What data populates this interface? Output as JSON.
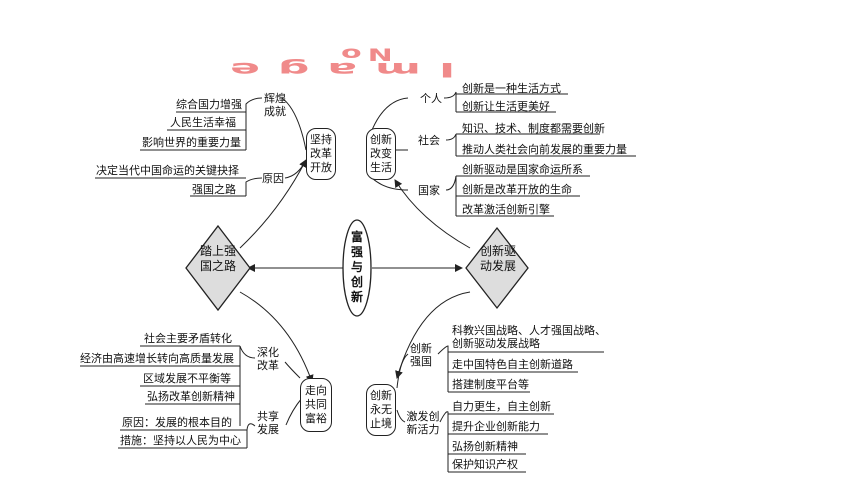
{
  "watermark": {
    "line1": "No",
    "line2": "Image"
  },
  "center": "富强与创新",
  "left_diamond": "踏上强国之路",
  "right_diamond": "创新驱动发展",
  "top_left": {
    "box": "坚持改革开放",
    "group1": {
      "label": "辉煌成就",
      "items": [
        "综合国力增强",
        "人民生活幸福",
        "影响世界的重要力量"
      ]
    },
    "group2": {
      "label": "原因",
      "items": [
        "决定当代中国命运的关键抉择",
        "强国之路"
      ]
    }
  },
  "bottom_left": {
    "box": "走向共同富裕",
    "group1": {
      "label": "深化改革",
      "items": [
        "社会主要矛盾转化",
        "经济由高速增长转向高质量发展",
        "区域发展不平衡等",
        "弘扬改革创新精神"
      ]
    },
    "group2": {
      "label": "共享发展",
      "items": [
        "原因：发展的根本目的",
        "措施：坚持以人民为中心"
      ]
    }
  },
  "top_right": {
    "box": "创新改变生活",
    "group1": {
      "label": "个人",
      "items": [
        "创新是一种生活方式",
        "创新让生活更美好"
      ]
    },
    "group2": {
      "label": "社会",
      "items": [
        "知识、技术、制度都需要创新",
        "推动人类社会向前发展的重要力量"
      ]
    },
    "group3": {
      "label": "国家",
      "items": [
        "创新驱动是国家命运所系",
        "创新是改革开放的生命",
        "改革激活创新引擎"
      ]
    }
  },
  "bottom_right": {
    "box": "创新永无止境",
    "group1": {
      "label": "创新强国",
      "items": [
        "科教兴国战略、人才强国战略、创新驱动发展战略",
        "走中国特色自主创新道路",
        "搭建制度平台等"
      ]
    },
    "group2": {
      "label": "激发创新活力",
      "items": [
        "自力更生，自主创新",
        "提升企业创新能力",
        "弘扬创新精神",
        "保护知识产权"
      ]
    }
  }
}
